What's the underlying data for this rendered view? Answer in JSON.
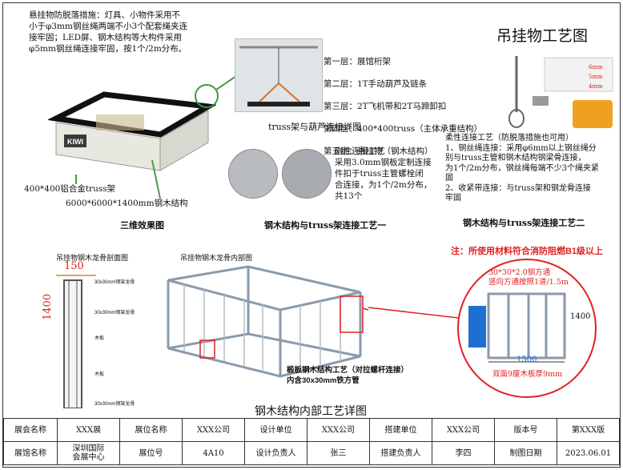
{
  "header": {
    "title": "吊挂物工艺图"
  },
  "intro_text": "悬挂物防脱落措施：灯具、小物件采用不\n小于φ3mm钢丝绳两端不小3个配套绳夹连\n接牢固；LED屏、钢木结构等大构件采用\nφ5mm钢丝绳连接牢固，按1个/2m分布。",
  "layers": [
    "第一层：展馆桁架",
    "第二层：1T手动葫芦及链条",
    "第三层：2T飞机带和2T马蹄卸扣",
    "第四层：400*400truss（主体承重结构）",
    "第五层：悬挂物（钢木结构）"
  ],
  "truss_caption": "truss架与葫芦连接详图",
  "rigid_text": "刚性连接工艺\n采用3.0mm钢板定制连接\n件扣于truss主管螺栓闭\n合连接，为1个/2m分布，\n共13个",
  "flex_text": "柔性连接工艺（防脱落措施也可用）\n1、钢丝绳连接：采用φ6mm以上钢丝绳分\n别与truss主管和钢木结构钢梁骨连接，\n为1个/2m分布，钢丝绳每端不少3个绳夹紧\n固\n2、收紧带连接：与truss架和钢龙骨连接\n牢固",
  "cable_labels": [
    "6mm",
    "5mm",
    "4mm"
  ],
  "label_truss": "400*400铝合金truss架",
  "label_steel": "6000*6000*1400mm钢木结构",
  "booth_brand": "KIWI",
  "caption_3d": "三维效果图",
  "caption_proc1": "钢木结构与truss架连接工艺一",
  "caption_proc2": "钢木结构与truss架连接工艺二",
  "section_title": "吊挂物钢木龙骨剖面图",
  "section_dims": {
    "width": "150",
    "height": "1400"
  },
  "section_labels": [
    "30x30mm钢架龙骨",
    "30x30mm钢架龙骨",
    "木板",
    "木板",
    "30x30mm钢架龙骨"
  ],
  "interior_title": "吊挂物钢木龙骨内部图",
  "note_red": "注：所使用材料符合消防阻燃B1级以上",
  "detail": {
    "line1": "30*30*2.0钢方通",
    "line2": "竖向方通按照1道/1.5m",
    "dim_h": "1400",
    "dim_w": "1500",
    "board": "双面9厘木板厚9mm"
  },
  "board_note": "椴板钢木结构工艺（对拉螺杆连接）\n内含30x30mm铁方管",
  "bottom_title": "钢木结构内部工艺详图",
  "title_block": {
    "row1": [
      "展会名称",
      "XXX展",
      "展位名称",
      "XXX公司",
      "设计单位",
      "XXX公司",
      "搭建单位",
      "XXX公司",
      "版本号",
      "第XXX版"
    ],
    "row2": [
      "展馆名称",
      "深圳国际\n会展中心",
      "展位号",
      "4A10",
      "设计负责人",
      "张三",
      "搭建负责人",
      "李四",
      "制图日期",
      "2023.06.01"
    ]
  },
  "colors": {
    "frame_black": "#111111",
    "green": "#3d9a3d",
    "red": "#e02020",
    "orange": "#f0a020",
    "blue": "#1f6fd1"
  }
}
